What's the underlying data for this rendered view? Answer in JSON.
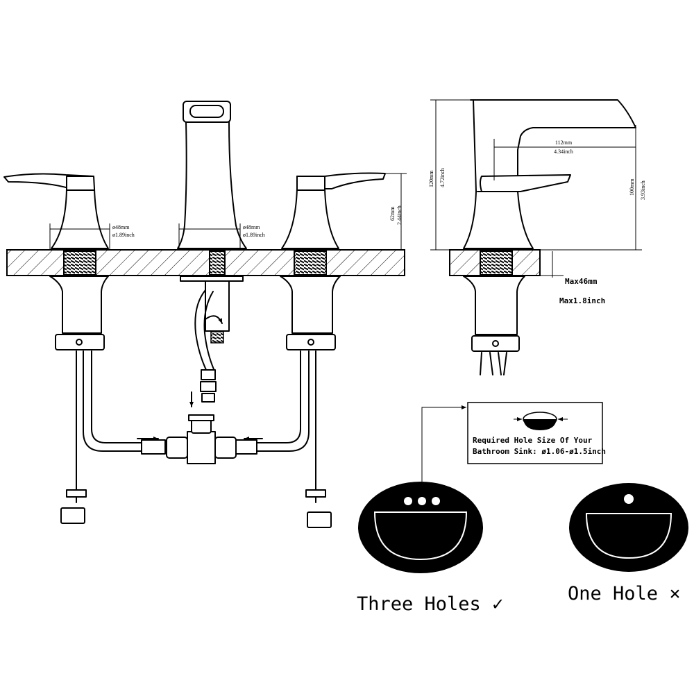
{
  "front_view": {
    "handle_diameter_mm": "ø48mm",
    "handle_diameter_in": "ø1.89inch",
    "spout_diameter_mm": "ø48mm",
    "spout_diameter_in": "ø1.89inch",
    "handle_height_mm": "62mm",
    "handle_height_in": "2.44inch"
  },
  "side_view": {
    "total_height_mm": "120mm",
    "total_height_in": "4.72inch",
    "reach_mm": "112mm",
    "reach_in": "4.34inch",
    "spout_height_mm": "100mm",
    "spout_height_in": "3.93inch",
    "max_deck_mm": "Max46mm",
    "max_deck_in": "Max1.8inch"
  },
  "hole_note": {
    "line1": "Required Hole Size Of Your",
    "line2": "Bathroom Sink: ø1.06-ø1.5inch"
  },
  "sinks": {
    "three_holes_label": "Three Holes",
    "three_holes_mark": "✓",
    "one_hole_label": "One Hole",
    "one_hole_mark": "×"
  }
}
